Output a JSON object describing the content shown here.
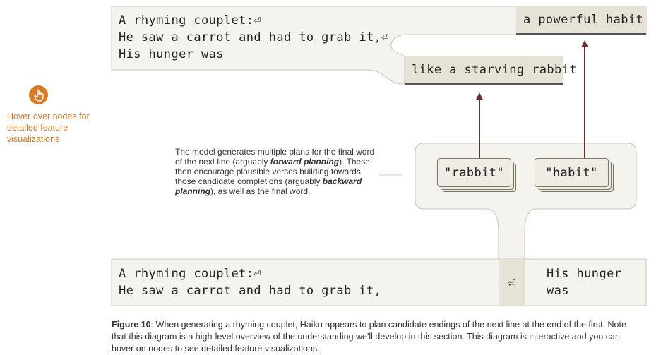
{
  "hint": {
    "icon": "hand-pointer-icon",
    "text": "Hover over nodes for detailed feature visualizations"
  },
  "top_prompt": {
    "line1": "A rhyming couplet:⏎",
    "line2": "He saw a carrot and had to grab it,⏎",
    "line3": "His hunger was"
  },
  "completions": {
    "habit": "a powerful habit",
    "rabbit": "like a starving rabbit"
  },
  "plan_nodes": {
    "rabbit": "\"rabbit\"",
    "habit": "\"habit\""
  },
  "annotation": {
    "part1": "The model generates multiple plans for the final word of the next line (arguably ",
    "forward": "forward planning",
    "part2": "). These then encourage plausible verses building towards those candidate completions (arguably ",
    "backward": "backward planning",
    "part3": "), as well as the final word."
  },
  "bottom_prompt": {
    "line1": "A rhyming couplet:⏎",
    "line2": "He saw a carrot and had to grab it,",
    "newline_symbol": "⏎",
    "continuation_line1": "His hunger",
    "continuation_line2": "was"
  },
  "caption": {
    "label": "Figure 10",
    "text": ": When generating a rhyming couplet, Haiku appears to plan candidate endings of the next line at the end of the first. Note that this diagram is a high-level overview of the understanding we'll develop in this section. This diagram is interactive and you can hover on nodes to see detailed feature visualizations."
  },
  "colors": {
    "accent": "#d77a29",
    "arrow": "#6b2f2f",
    "box_fill": "#f5f3ee",
    "chip_fill": "#e6e2d6",
    "border": "#c8c5bb"
  }
}
